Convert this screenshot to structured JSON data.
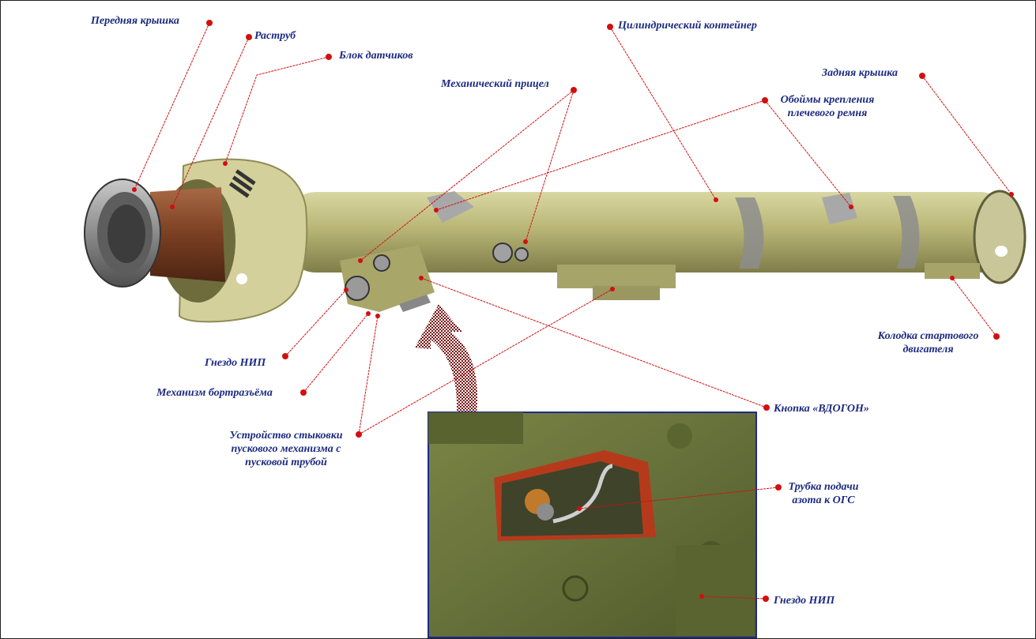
{
  "labels": {
    "front_cover": "Передняя крышка",
    "flare": "Раструб",
    "sensor_block": "Блок датчиков",
    "mech_sight": "Механический прицел",
    "cyl_container": "Цилиндрический контейнер",
    "rear_cover": "Задняя крышка",
    "strap_mounts_1": "Обоймы крепления",
    "strap_mounts_2": "плечевого ремня",
    "socket_nip": "Гнездо НИП",
    "connector_mech": "Механизм бортразъёма",
    "docking_1": "Устройство  стыковки",
    "docking_2": "пускового механизма с",
    "docking_3": "пусковой трубой",
    "start_motor_1": "Колодка стартового",
    "start_motor_2": "двигателя",
    "button_vdogon": "Кнопка «ВДОГОН»",
    "nitrogen_tube_1": "Трубка подачи",
    "nitrogen_tube_2": "азота к ОГС",
    "socket_nip_inset": "Гнездо НИП"
  },
  "colors": {
    "label_text": "#1c2a80",
    "leader_line": "#d01010",
    "tube_body": "#b7b477",
    "tube_dark": "#8e8c55",
    "inset_green": "#6f7a3f",
    "inset_border": "#1d2a8a"
  }
}
